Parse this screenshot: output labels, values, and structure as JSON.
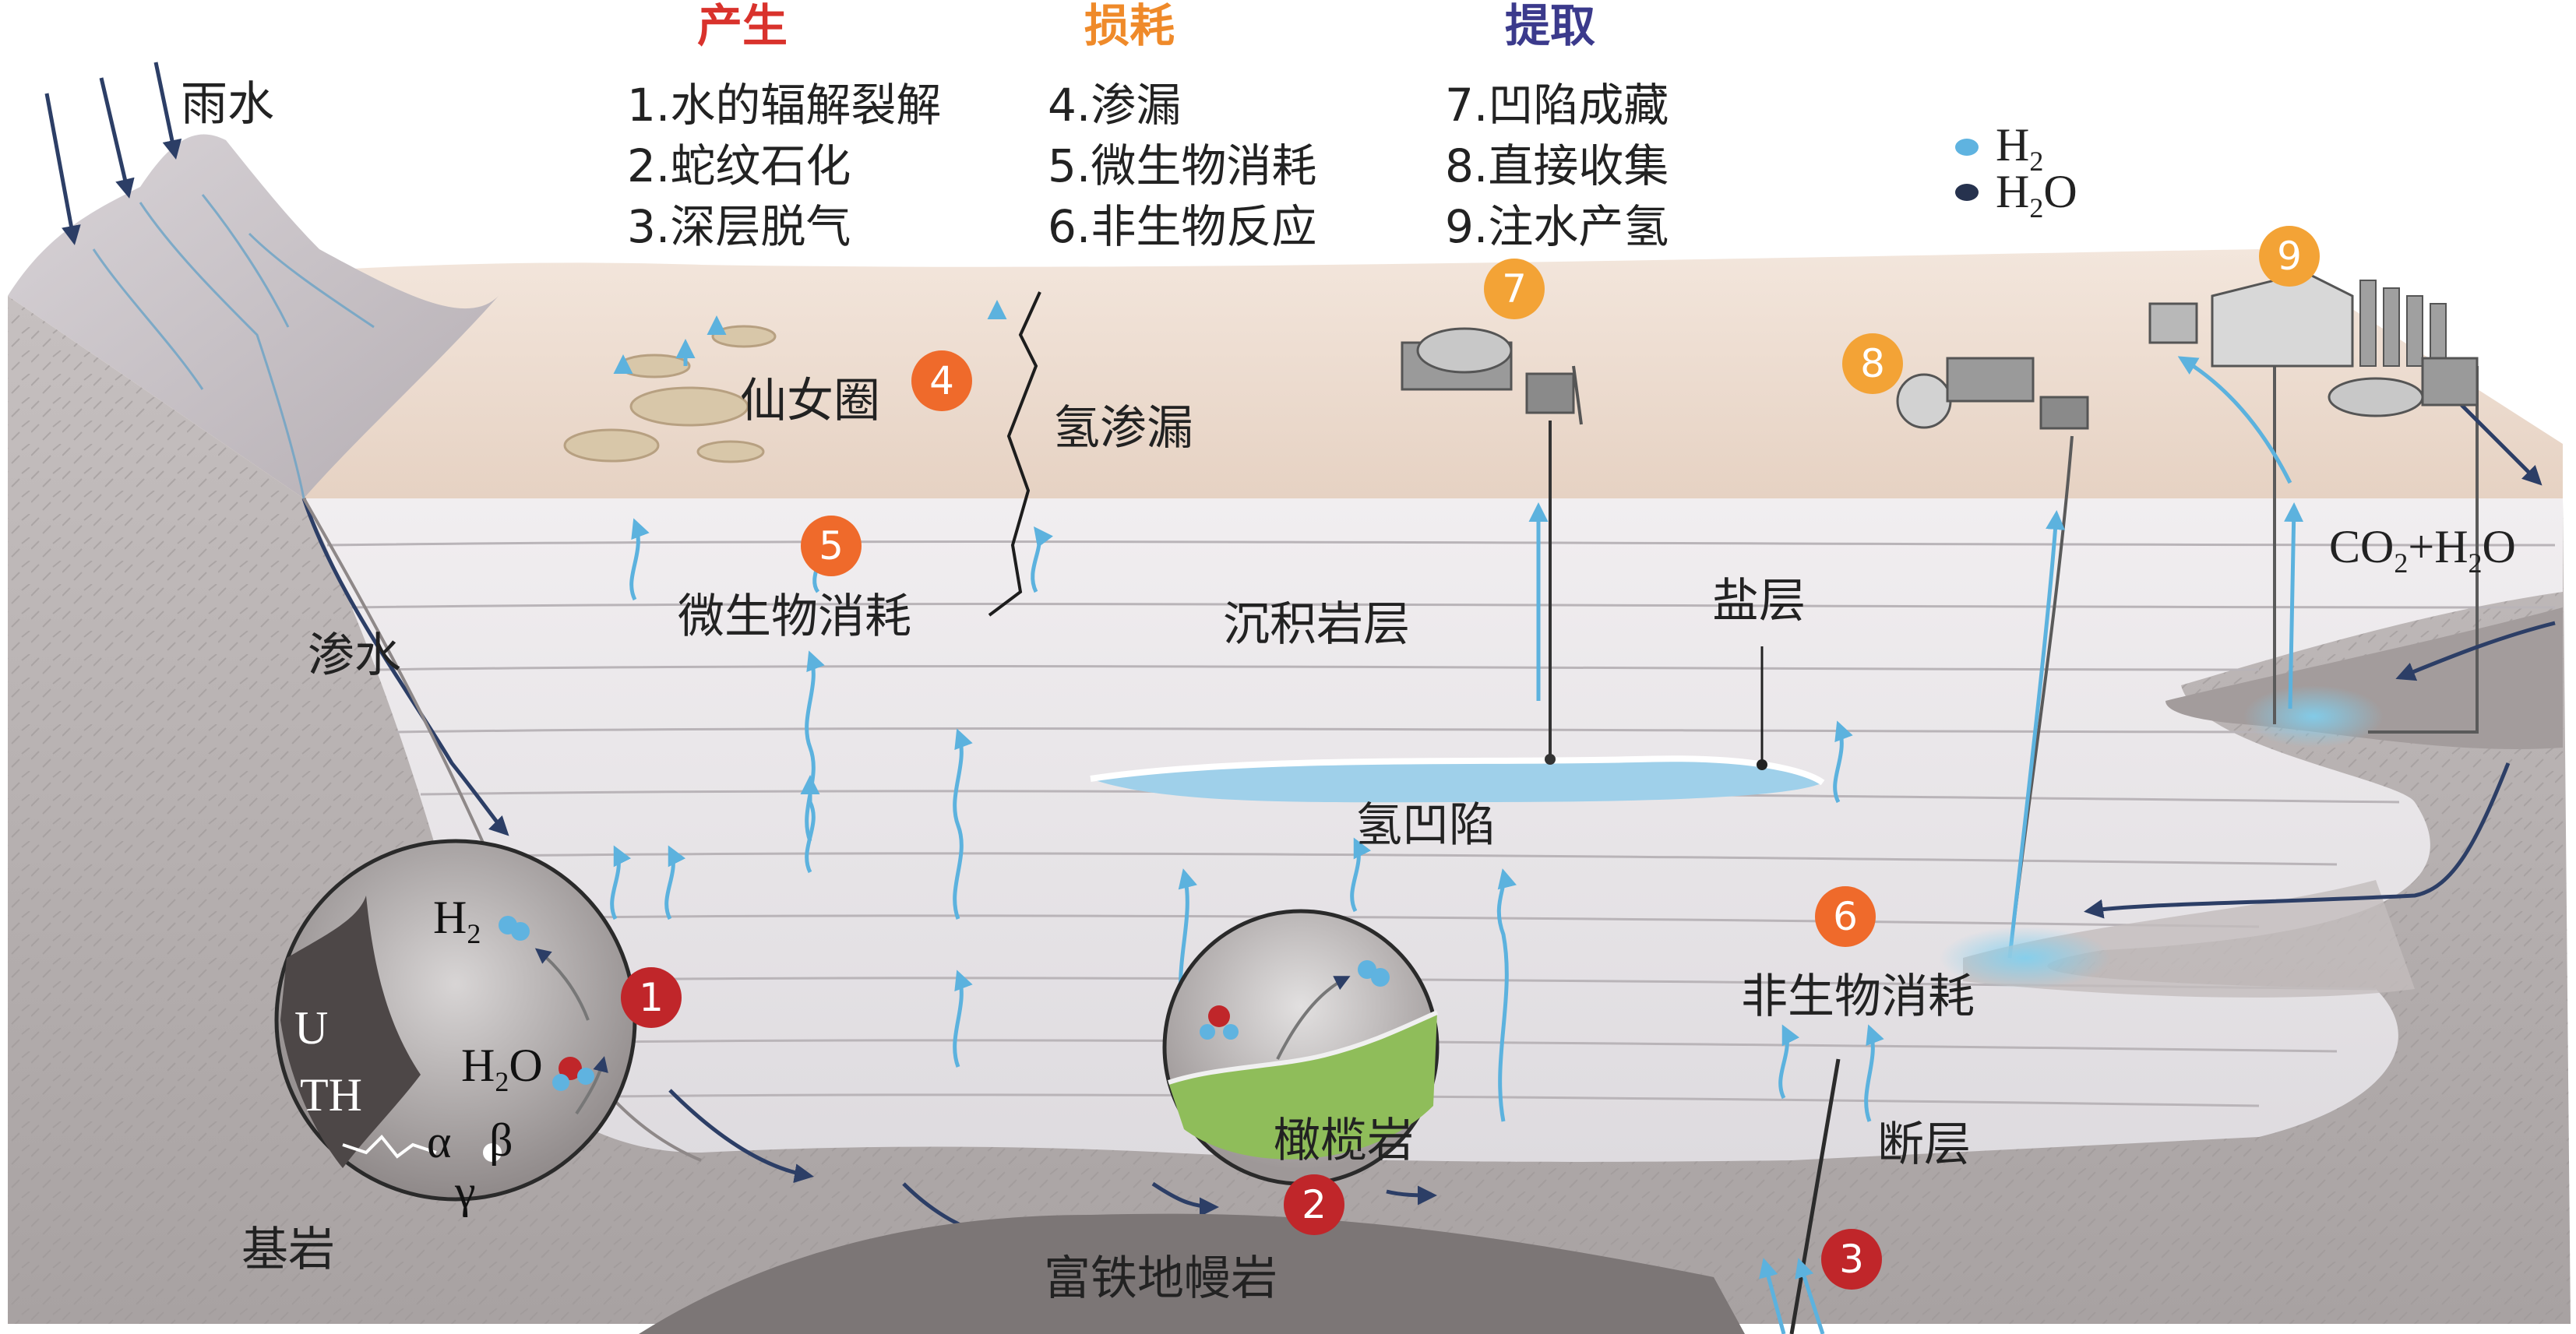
{
  "categories": {
    "production": {
      "title": "产生",
      "color": "#d9322c",
      "items": "1.水的辐解裂解\n2.蛇纹石化\n3.深层脱气"
    },
    "loss": {
      "title": "损耗",
      "color": "#ef8a2a",
      "items": "4.渗漏\n5.微生物消耗\n6.非生物反应"
    },
    "extraction": {
      "title": "提取",
      "color": "#3b3a8c",
      "items": "7.凹陷成藏\n8.直接收集\n9.注水产氢"
    }
  },
  "legend": {
    "h2": {
      "label_main": "H",
      "label_sub": "2",
      "color": "#5fb3e0"
    },
    "h2o": {
      "label_main": "H",
      "label_sub": "2",
      "label_tail": "O",
      "color": "#26324e"
    }
  },
  "labels": {
    "rain": "雨水",
    "seepage": "渗水",
    "fairy_circle": "仙女圈",
    "h2_leak": "氢渗漏",
    "microbial": "微生物消耗",
    "sedimentary": "沉积岩层",
    "salt": "盐层",
    "h2_trap": "氢凹陷",
    "abiotic": "非生物消耗",
    "fault": "断层",
    "bedrock": "基岩",
    "mantle": "富铁地幔岩",
    "peridotite": "橄榄岩",
    "co2_main": "CO",
    "co2_sub": "2",
    "co2_tail": "+H",
    "co2_sub2": "2",
    "co2_end": "O"
  },
  "inset1": {
    "h2_main": "H",
    "h2_sub": "2",
    "h2o_main": "H",
    "h2o_sub": "2",
    "h2o_tail": "O",
    "u": "U",
    "th": "TH",
    "alpha": "α",
    "beta": "β",
    "gamma": "γ"
  },
  "badges": {
    "b1": "1",
    "b2": "2",
    "b3": "3",
    "b4": "4",
    "b5": "5",
    "b6": "6",
    "b7": "7",
    "b8": "8",
    "b9": "9"
  }
}
